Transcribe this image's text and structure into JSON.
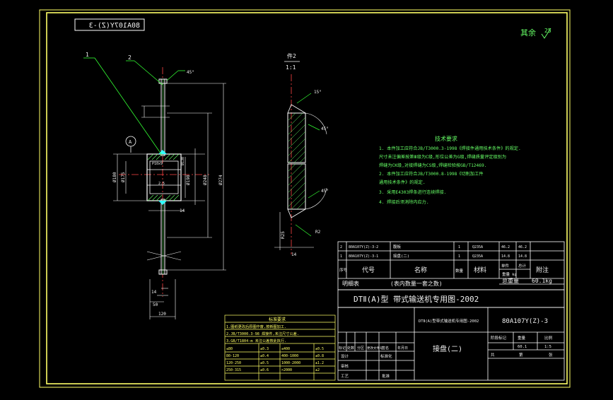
{
  "drawing_number": "80A107Y(Z)-3",
  "drawing_number_mirrored": "80A107Y(Z)-3",
  "roughness_note": {
    "label": "其余",
    "value": "25"
  },
  "parts_view": {
    "label_1": "1",
    "label_2": "2",
    "datum_label": "A",
    "dims": {
      "d_180": "Ø180",
      "d_175": "Ø175",
      "d_198": "Ø198",
      "d_248": "Ø248",
      "d_274": "Ø274",
      "key": "P10x9",
      "bore": "Ø130",
      "w14a": "14",
      "w14b": "14",
      "w50": "50",
      "w120": "120",
      "angle": "45°",
      "w25": "2.5"
    }
  },
  "detail_view": {
    "title": "件2",
    "scale": "1:1",
    "dims": {
      "r15": "15°",
      "r45a": "45°",
      "r45b": "45°",
      "r25": "R25",
      "r62": "R2",
      "w14": "14"
    }
  },
  "tech_requirements": {
    "title": "技术要求",
    "lines": [
      "1. 本件加工应符合JB/T3000.3-1998《焊接件通用技术条件》的规定.",
      "   尺寸未注偏差按第Ⅲ级为C级,形位公差为G级,焊缝质量评定级别为",
      "   焊缝为CK级,对接焊缝为CS级,焊缝检验按GB/T12469.",
      "2. 本件加工应符合JB/T3000.8-1998《切削加工件",
      "   通用技术条件》的规定.",
      "3. 采用E4303焊条进行连续焊接.",
      "4. 焊接后须消除内应力."
    ]
  },
  "bom": {
    "rows": [
      {
        "no": "2",
        "code": "80A107Y(Z)-3-2",
        "name": "腹板",
        "qty": "1",
        "mat": "Q235A",
        "w1": "46.2",
        "w2": "46.2",
        "note": ""
      },
      {
        "no": "1",
        "code": "80A107Y(Z)-3-1",
        "name": "接盘(二)",
        "qty": "1",
        "mat": "Q235A",
        "w1": "14.8",
        "w2": "14.8",
        "note": ""
      }
    ],
    "header": {
      "no": "序号",
      "code": "代号",
      "name": "名称",
      "qty": "数量",
      "mat": "材料",
      "unit_w": "单件",
      "total_w": "总计",
      "weight": "重量 kg",
      "note": "附注"
    },
    "detail_label": "明细表",
    "detail_note": "(表内数量一套之数)",
    "total_weight_label": "总重量",
    "total_weight_value": "60.1kg"
  },
  "title_block": {
    "main_title": "DTⅡ(A)型 带式输送机专用图-2002",
    "project_name": "DTⅡ(A)型带式输送机专用图-2002",
    "drawing_number": "80A107Y(Z)-3",
    "part_name": "接盘(二)",
    "labels": {
      "mark": "标记",
      "count": "处数",
      "zone": "分区",
      "doc_no": "更改文件号",
      "sign": "签名",
      "date": "年月日",
      "design": "设计",
      "standard": "标准化",
      "check": "审核",
      "craft": "工艺",
      "approve": "批准",
      "stage": "阶段标记",
      "weight": "重量",
      "ratio": "比例",
      "sheet_total": "共",
      "sheet_no": "第",
      "zhang": "张"
    },
    "weight_value": "60.1",
    "ratio_value": "1:5"
  },
  "change_table": {
    "title": "标准要求",
    "lines": [
      "1.图纸更改后原图作废,按新图加工.",
      "2.JB/T3000.3-98 焊接件,未注尺寸公差.",
      "3.GB/T1804-m 未注公差按此执行."
    ],
    "rows": [
      [
        "≤80",
        "±0.3",
        "≤400",
        "±0.5"
      ],
      [
        "80-120",
        "±0.4",
        "400-1000",
        "±0.8"
      ],
      [
        "120-250",
        "±0.5",
        "1000-2000",
        "±1.2"
      ],
      [
        "250-315",
        "±0.6",
        ">2000",
        "±2"
      ]
    ]
  },
  "colors": {
    "frame": "#ffff66",
    "outline": "#ffffff",
    "text_yellow": "#ffff66",
    "text_green": "#66ff66",
    "leader_green": "#33ff33",
    "hatch": "#66ff66",
    "center_red": "#ff4444",
    "weld_cyan": "#33ffff"
  }
}
